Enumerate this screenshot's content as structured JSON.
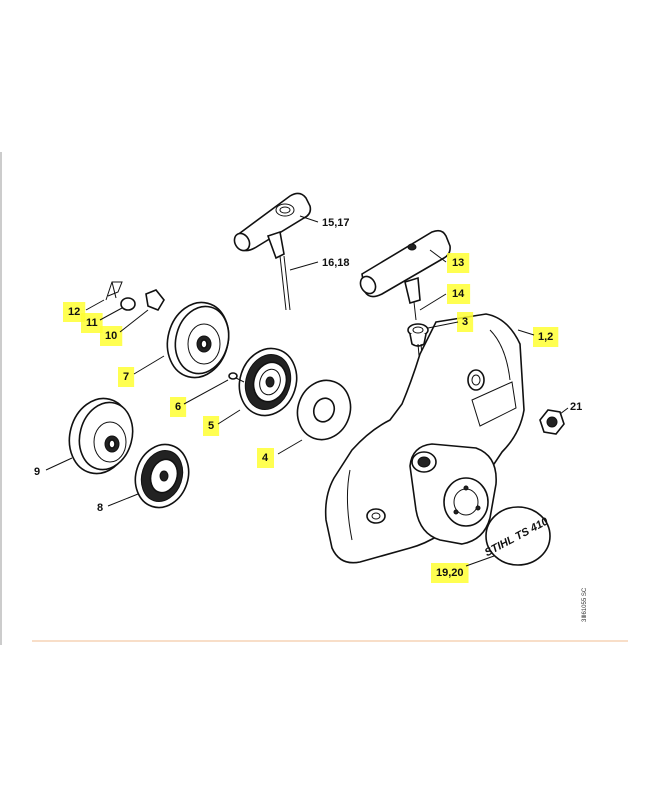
{
  "diagram": {
    "highlight_color": "#ffff33",
    "separator_color": "#f4c9a8",
    "left_border_color": "#bbbbbb",
    "drawing_code": "3Ⅲ61055 SC",
    "logo_text": "STIHL TS 410",
    "callouts": [
      {
        "id": "c-1-2",
        "label": "1,2",
        "highlighted": true
      },
      {
        "id": "c-3",
        "label": "3",
        "highlighted": true
      },
      {
        "id": "c-4",
        "label": "4",
        "highlighted": true
      },
      {
        "id": "c-5",
        "label": "5",
        "highlighted": true
      },
      {
        "id": "c-6",
        "label": "6",
        "highlighted": true
      },
      {
        "id": "c-7",
        "label": "7",
        "highlighted": true
      },
      {
        "id": "c-8",
        "label": "8",
        "highlighted": false
      },
      {
        "id": "c-9",
        "label": "9",
        "highlighted": false
      },
      {
        "id": "c-10",
        "label": "10",
        "highlighted": true
      },
      {
        "id": "c-11",
        "label": "11",
        "highlighted": true
      },
      {
        "id": "c-12",
        "label": "12",
        "highlighted": true
      },
      {
        "id": "c-13",
        "label": "13",
        "highlighted": true
      },
      {
        "id": "c-14",
        "label": "14",
        "highlighted": true
      },
      {
        "id": "c-15-17",
        "label": "15,17",
        "highlighted": false
      },
      {
        "id": "c-16-18",
        "label": "16,18",
        "highlighted": false
      },
      {
        "id": "c-19-20",
        "label": "19,20",
        "highlighted": true
      },
      {
        "id": "c-21",
        "label": "21",
        "highlighted": false
      }
    ]
  }
}
